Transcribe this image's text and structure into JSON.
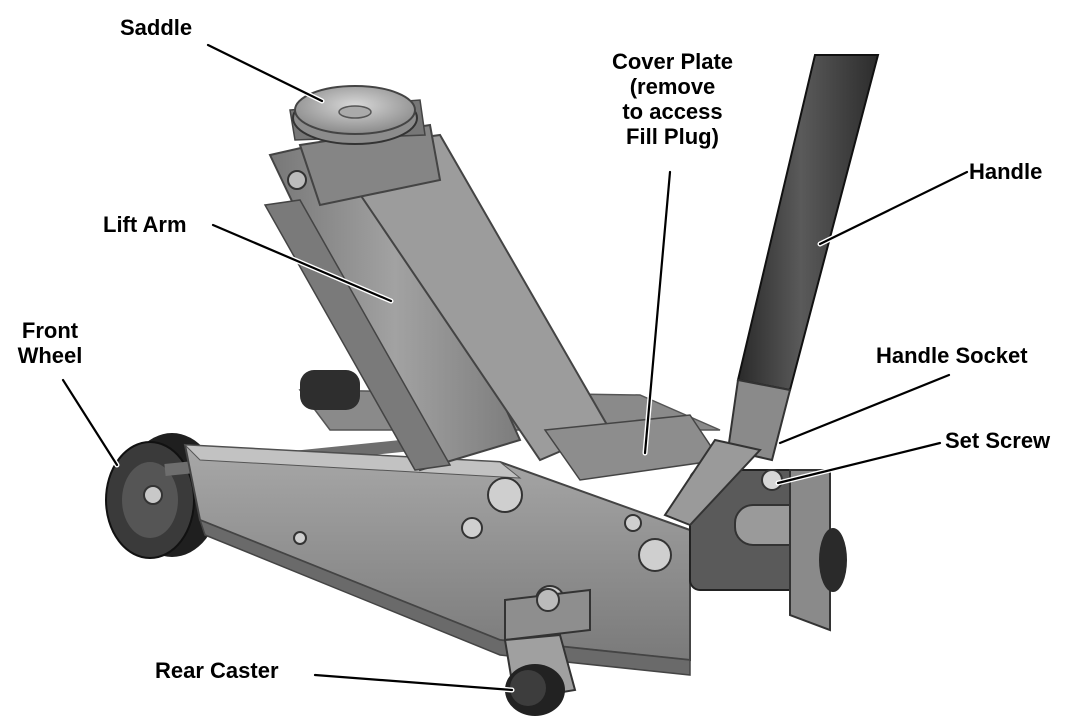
{
  "labels": {
    "saddle": "Saddle",
    "cover_plate": [
      "Cover Plate",
      "(remove",
      "to access",
      "Fill Plug)"
    ],
    "handle": "Handle",
    "lift_arm": "Lift Arm",
    "front_wheel": [
      "Front",
      "Wheel"
    ],
    "handle_socket": "Handle Socket",
    "set_screw": "Set Screw",
    "rear_caster": "Rear Caster"
  },
  "colors": {
    "frame": "#8f8f8f",
    "frame_light": "#b4b4b4",
    "frame_dark": "#5e5e5e",
    "handle": "#3c3c3c",
    "wheel": "#262626",
    "text": "#000000"
  }
}
